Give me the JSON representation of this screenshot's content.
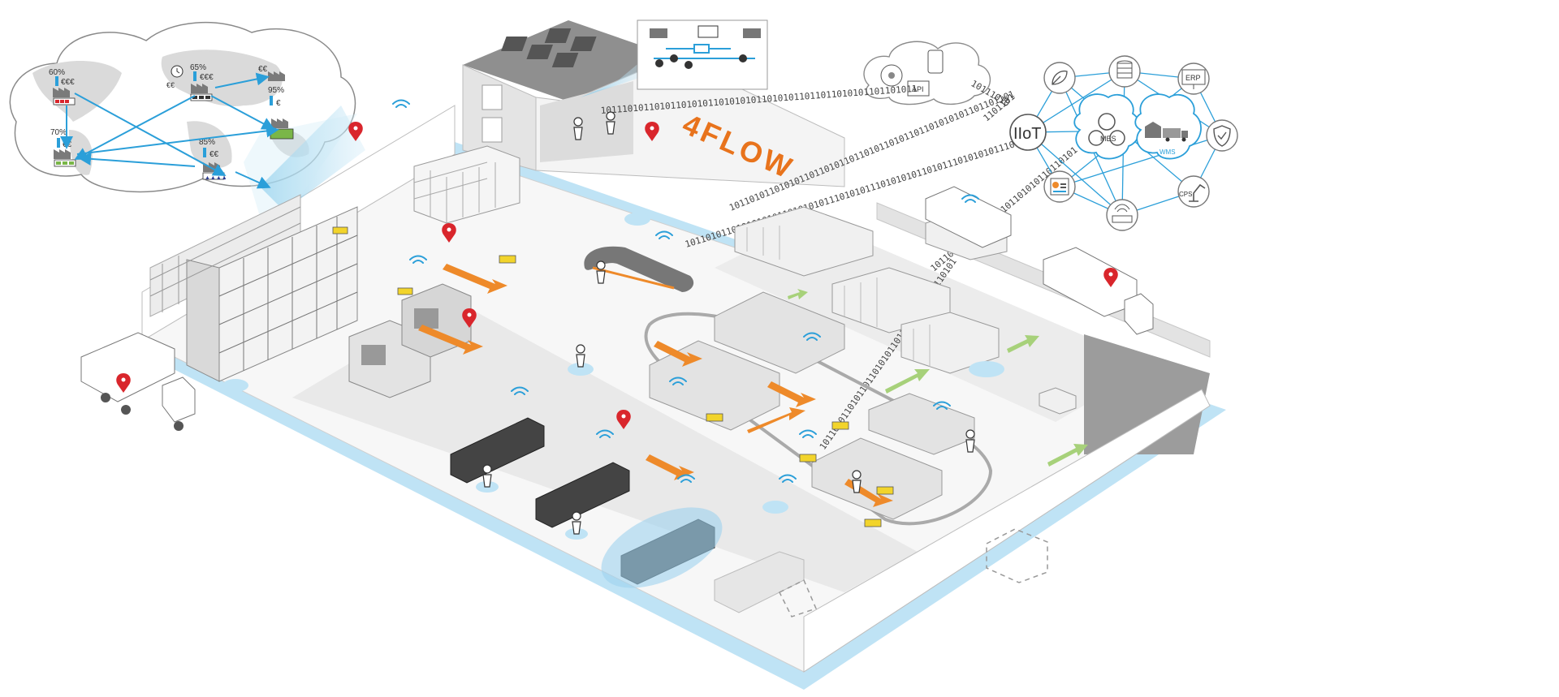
{
  "brand": {
    "logo_text": "4FLOW",
    "logo_color": "#e8731c"
  },
  "colors": {
    "accent_blue": "#2b9fd9",
    "accent_orange": "#ee8a2a",
    "pin_red": "#d9262c",
    "agv_yellow": "#f2d42b",
    "green": "#7ab648"
  },
  "world_cloud": {
    "sites": [
      {
        "pct": "60%",
        "cost": "€€€"
      },
      {
        "pct": "65%",
        "cost": "€€€"
      },
      {
        "pct": "",
        "cost": "€€"
      },
      {
        "pct": "95%",
        "cost": "€"
      },
      {
        "pct": "70%",
        "cost": "€€"
      },
      {
        "pct": "85%",
        "cost": "€€"
      }
    ]
  },
  "services_cloud": {
    "api_label": "API"
  },
  "iiot": {
    "hub_label": "IIoT",
    "nodes": [
      {
        "label": "ERP",
        "icon": "monitor-icon"
      },
      {
        "label": "MES",
        "icon": "mes-gears-icon"
      },
      {
        "label": "WMS",
        "icon": "warehouse-truck-icon"
      },
      {
        "label": "CPS",
        "icon": "robot-arm-icon"
      },
      {
        "label": "",
        "icon": "leaf-icon"
      },
      {
        "label": "",
        "icon": "database-icon"
      },
      {
        "label": "",
        "icon": "shield-check-icon"
      },
      {
        "label": "",
        "icon": "router-icon"
      },
      {
        "label": "",
        "icon": "dashboard-icon"
      }
    ]
  },
  "binary_streams": [
    "10111010110101101010110101010110101011011011010101101101011",
    "1011010110101010101101010101110101011101010101101011101010101110110",
    "101101011010101101101011011010110101101101010101101101101",
    "10110101101010110101101010110110101",
    "1011010110101101101010110110101101010110101",
    "10111010",
    "1101101"
  ]
}
